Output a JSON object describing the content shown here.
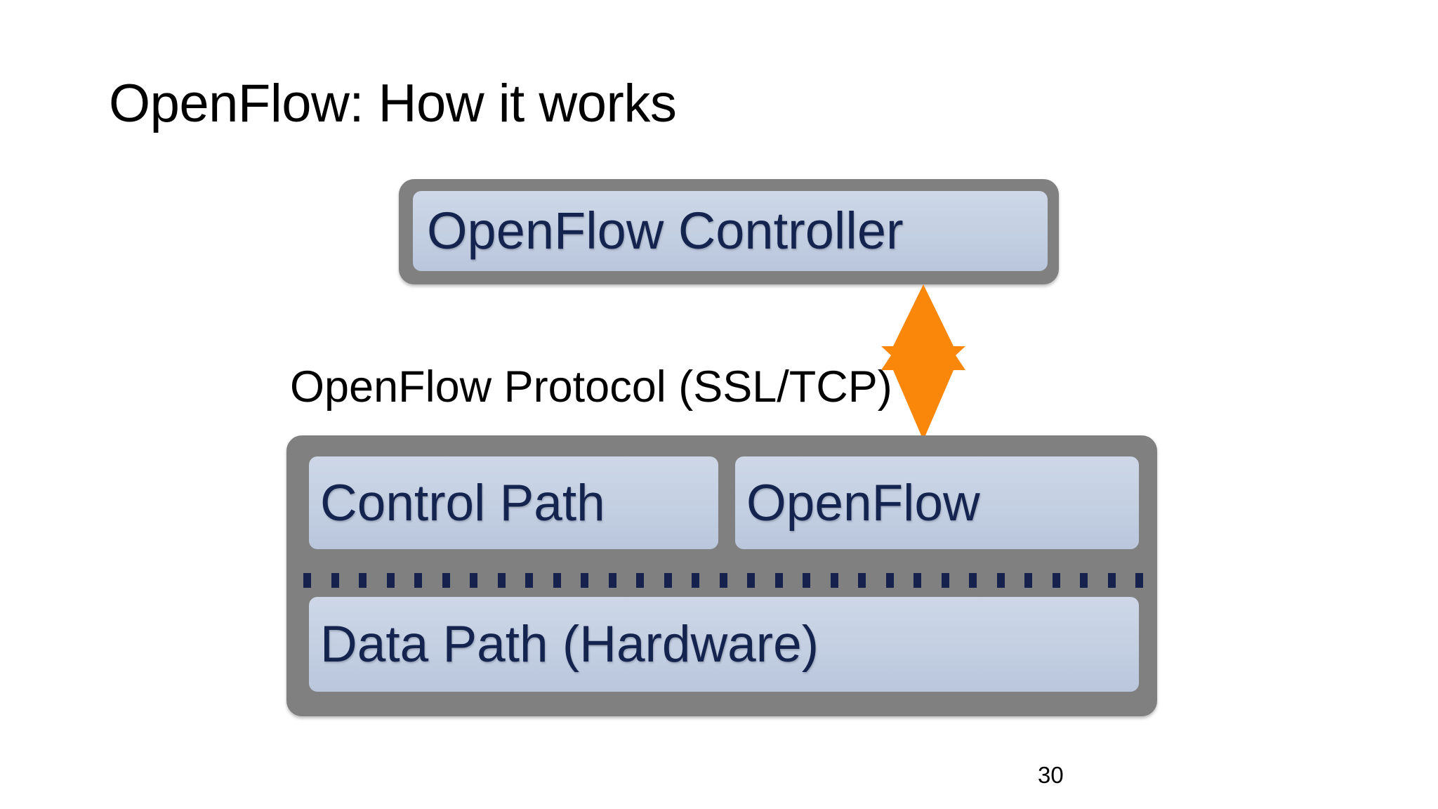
{
  "slide": {
    "title": "OpenFlow: How it works",
    "page_number": "30"
  },
  "controller": {
    "label": "OpenFlow Controller"
  },
  "protocol": {
    "label": "OpenFlow Protocol (SSL/TCP)",
    "arrow_icon": "double-headed-vertical-arrow-icon"
  },
  "switch": {
    "control_path": "Control Path",
    "openflow": "OpenFlow",
    "data_path": "Data Path (Hardware)",
    "divider_dot_count": 31
  },
  "colors": {
    "frame_gray": "#808080",
    "plate_fill": "#c3cfe2",
    "plate_border_navy": "#20408c",
    "text_navy": "#15244f",
    "arrow_orange": "#FA8709",
    "title_black": "#000000",
    "background": "#ffffff"
  }
}
